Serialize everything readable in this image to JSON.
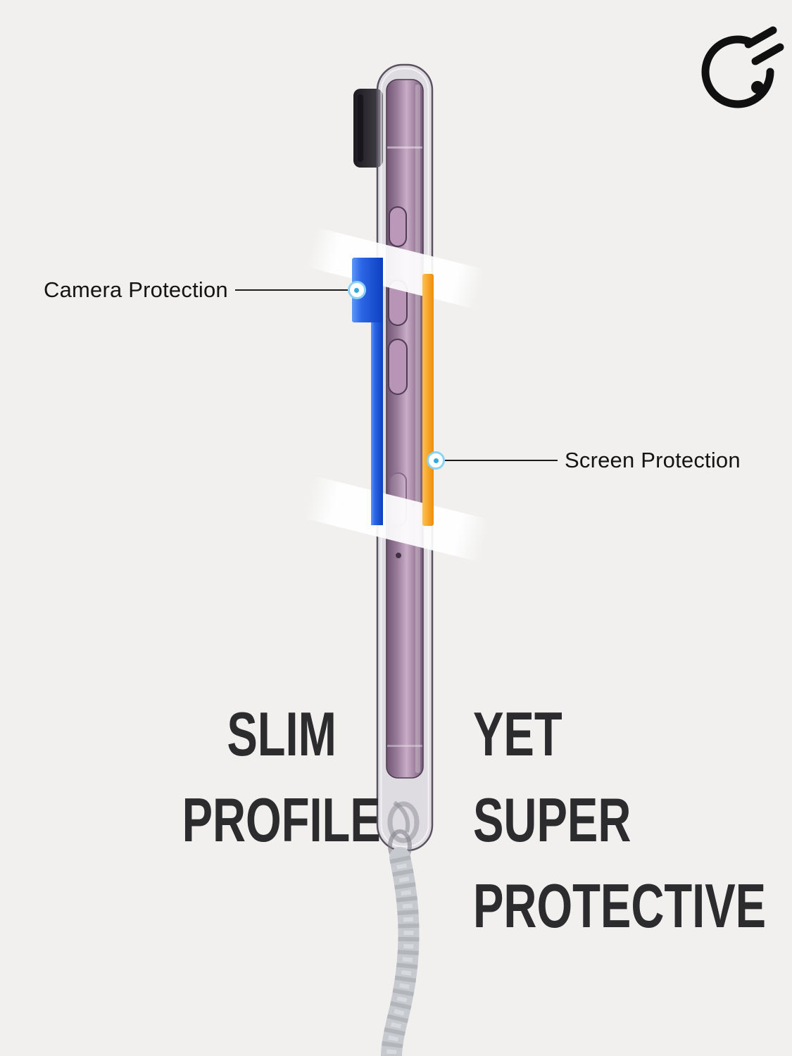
{
  "page": {
    "background_color": "#f1f0ef",
    "description": "Product hero image of a slim clear phone case shown edge-on with protection callouts"
  },
  "brand": {
    "logo": "circular-c-slash-mark"
  },
  "callouts": {
    "camera": {
      "label": "Camera Protection"
    },
    "screen": {
      "label": "Screen Protection"
    }
  },
  "headline": {
    "left": {
      "line1": "SLIM",
      "line2": "PROFILE"
    },
    "right": {
      "line1": "YET",
      "line2": "SUPER",
      "line3": "PROTECTIVE"
    }
  },
  "colors": {
    "camera_protection_blue": "#1c55d8",
    "screen_protection_orange": "#f5a01d",
    "callout_ring_light_blue": "#8bd2f3",
    "callout_dot_blue": "#33a9dd",
    "headline_text": "#2c2c2e",
    "phone_body_purple": "#a988a7",
    "lanyard_gray": "#c6c9cd",
    "logo_black": "#101010"
  }
}
